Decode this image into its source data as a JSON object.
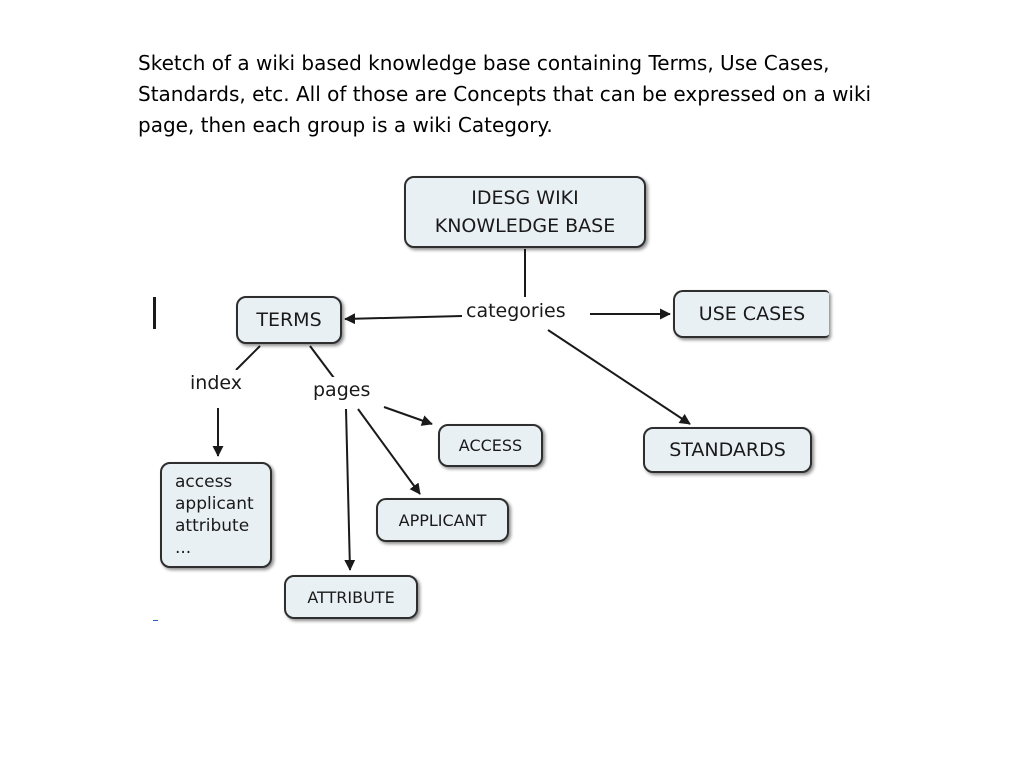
{
  "caption": {
    "line1": "Sketch of a wiki based knowledge base containing Terms, Use Cases,",
    "line2": "Standards, etc.  All of those are Concepts that can be expressed on a wiki",
    "line3": "page, then each group is a wiki Category."
  },
  "diagram": {
    "root": {
      "line1": "IDESG WIKI",
      "line2": "KNOWLEDGE BASE"
    },
    "categories_label": "categories",
    "terms": "TERMS",
    "use_cases": "USE CASES",
    "standards": "STANDARDS",
    "index_label": "index",
    "pages_label": "pages",
    "index_box": {
      "line1": "access",
      "line2": "applicant",
      "line3": "attribute",
      "line4": "..."
    },
    "access": "ACCESS",
    "applicant": "APPLICANT",
    "attribute": "ATTRIBUTE"
  },
  "colors": {
    "node_fill": "#e9f0f4",
    "node_border": "#2e2e2e",
    "edge": "#1a1a1a"
  }
}
